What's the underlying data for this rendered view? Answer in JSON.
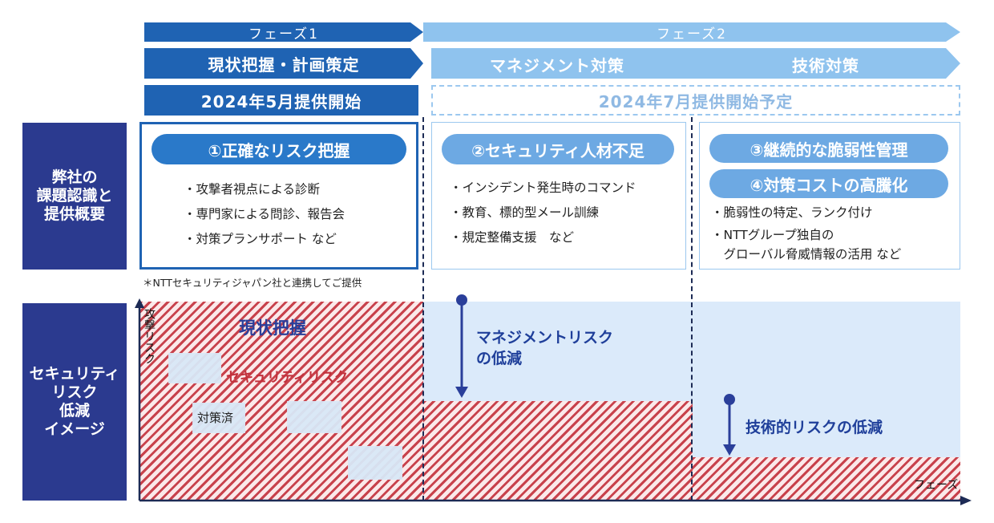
{
  "header": {
    "phase1": "フェーズ1",
    "phase2": "フェーズ2",
    "phase1_title": "現状把握・計画策定",
    "phase2_title_a": "マネジメント対策",
    "phase2_title_b": "技術対策",
    "phase1_date": "2024年5月提供開始",
    "phase2_date": "2024年7月提供開始予定"
  },
  "side_labels": {
    "issues_line1": "弊社の",
    "issues_line2": "課題認識と",
    "issues_line3": "提供概要",
    "risk_line1": "セキュリティ",
    "risk_line2": "リスク",
    "risk_line3": "低減",
    "risk_line4": "イメージ"
  },
  "panels": [
    {
      "pill": "①正確なリスク把握",
      "bullets": [
        "・攻撃者視点による診断",
        "・専門家による問診、報告会",
        "・対策プランサポート など"
      ]
    },
    {
      "pill": "②セキュリティ人材不足",
      "bullets": [
        "・インシデント発生時のコマンド",
        "・教育、標的型メール訓練",
        "・規定整備支援　など"
      ]
    },
    {
      "pill": "③継続的な脆弱性管理",
      "pill2": "④対策コストの高騰化",
      "bullets": [
        "・脆弱性の特定、ランク付け",
        "・NTTグループ独自の",
        "　グローバル脅威情報の活用 など"
      ]
    }
  ],
  "footnote": "＊NTTセキュリティジャパン社と連携してご提供",
  "risk_chart": {
    "y_axis_label": "攻撃リスク",
    "x_axis_label": "フェーズ",
    "area1_title": "現状把握",
    "area1_risk": "セキュリティリスク",
    "done_label": "対策済",
    "reduction_mgmt_line1": "マネジメントリスク",
    "reduction_mgmt_line2": "の低減",
    "reduction_tech": "技術的リスクの低減"
  },
  "colors": {
    "dark_blue": "#1f63b3",
    "navy": "#2b3a8f",
    "light_blue": "#8fc3ee",
    "risk_red": "#c8424c",
    "text_dark": "#1d2b55"
  }
}
